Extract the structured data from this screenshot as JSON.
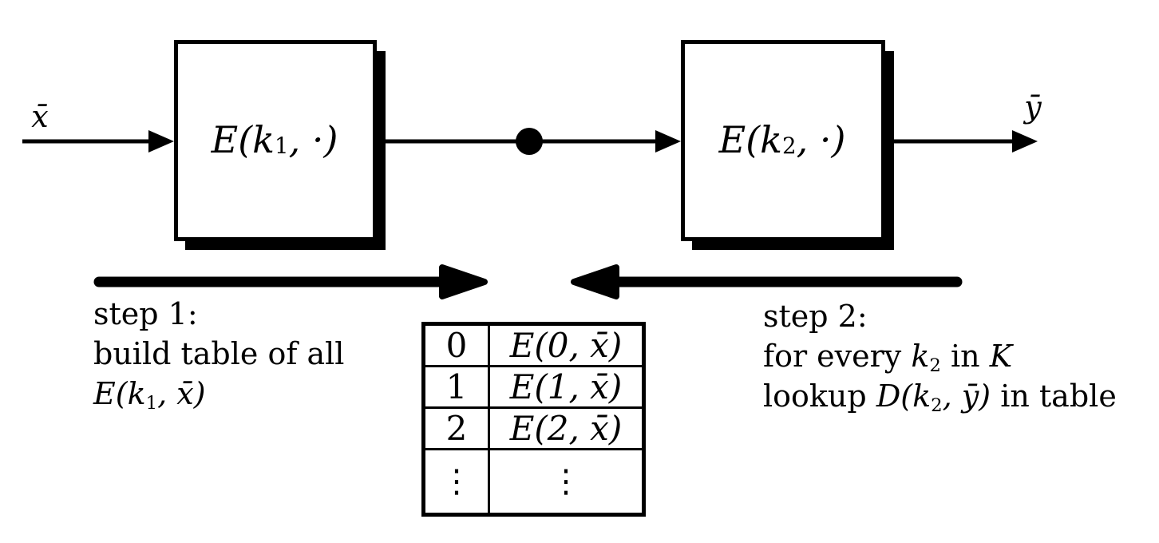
{
  "diagram": {
    "input_label": "x̄",
    "output_label": "ȳ",
    "box1_label": {
      "pre": "E(k",
      "sub": "1",
      "post": ", ·)"
    },
    "box2_label": {
      "pre": "E(k",
      "sub": "2",
      "post": ", ·)"
    }
  },
  "step1": {
    "title": "step 1:",
    "line2": "build table of all",
    "line3": {
      "pre": "E(k",
      "sub": "1",
      "post": ", x̄)"
    }
  },
  "step2": {
    "title": "step 2:",
    "line2": {
      "text_a": "for every ",
      "math_pre": "k",
      "math_sub": "2",
      "text_b": " in ",
      "keyspace_symbol": "K"
    },
    "line3": {
      "text_a": "lookup ",
      "math_pre": "D(k",
      "math_sub": "2",
      "math_post": ", ȳ)",
      "text_b": " in table"
    }
  },
  "lookup_table": {
    "rows": [
      {
        "key": "0",
        "value": "E(0, x̄)"
      },
      {
        "key": "1",
        "value": "E(1, x̄)"
      },
      {
        "key": "2",
        "value": "E(2, x̄)"
      },
      {
        "key": "⋮",
        "value": "⋮"
      }
    ]
  },
  "colors": {
    "ink": "#000000",
    "background": "#ffffff"
  }
}
